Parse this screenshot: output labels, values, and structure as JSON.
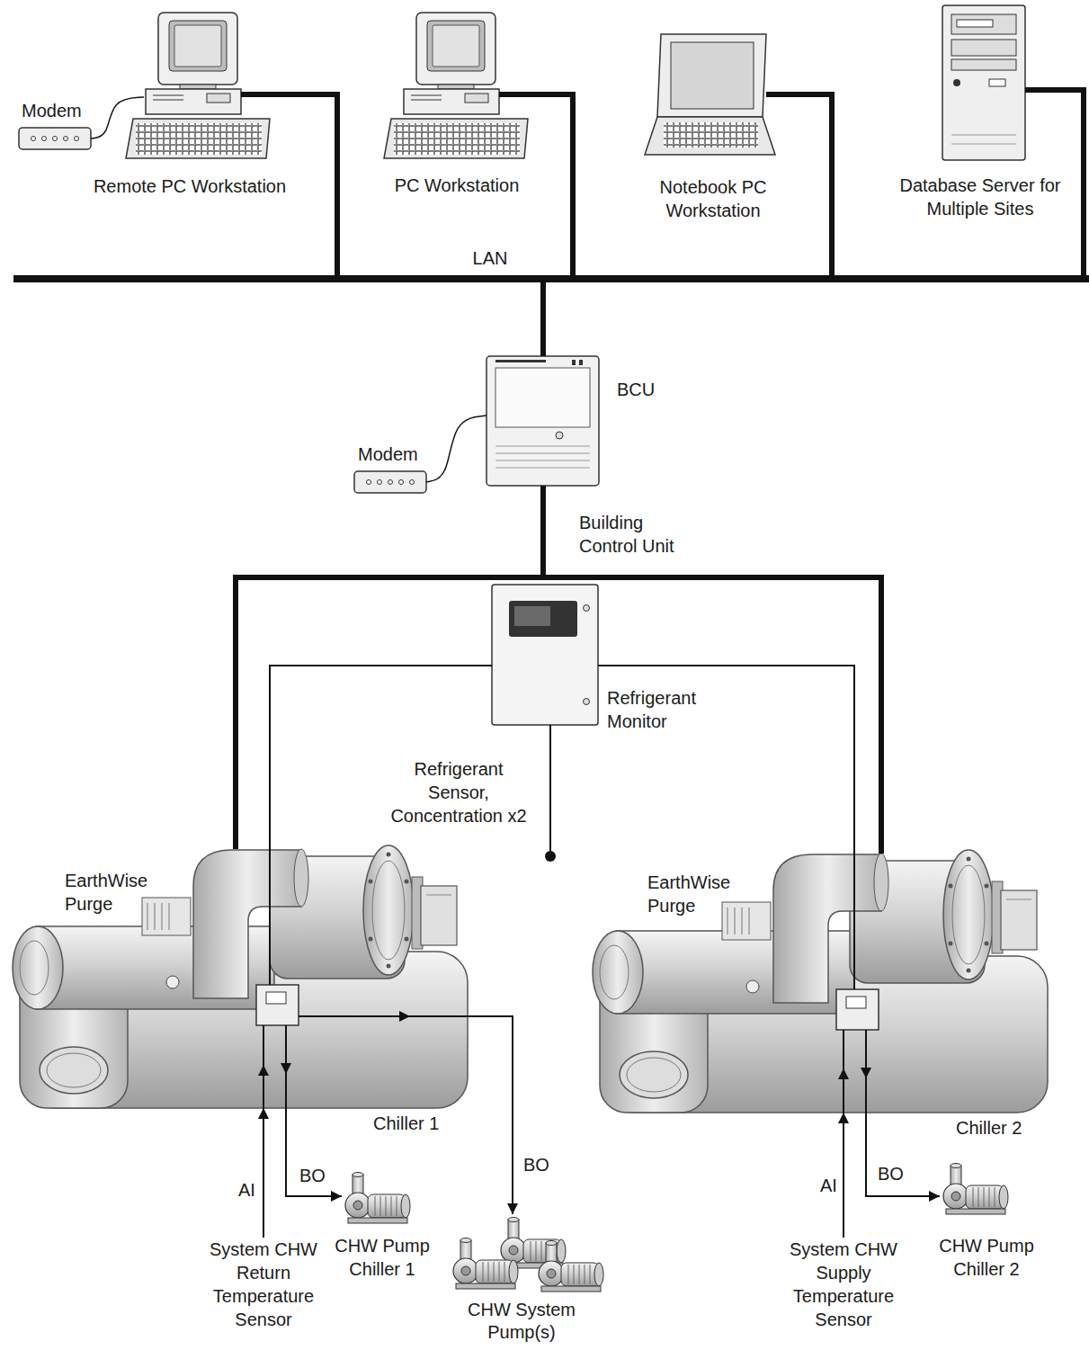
{
  "diagram": {
    "nodes": [
      {
        "text": [
          "Modem"
        ]
      },
      {
        "text": [
          "Remote PC Workstation"
        ]
      },
      {
        "text": [
          "PC Workstation"
        ]
      },
      {
        "text": [
          "Notebook PC Workstation"
        ]
      },
      {
        "text": [
          "Database Server for Multiple Sites"
        ]
      },
      {
        "text": [
          "LAN"
        ]
      },
      {
        "text": [
          "BCU",
          "Building Control Unit"
        ]
      },
      {
        "text": [
          "Modem"
        ]
      },
      {
        "text": [
          "Refrigerant Monitor"
        ]
      },
      {
        "text": [
          "Refrigerant Sensor, Concentration x2"
        ]
      },
      {
        "text": [
          "Chiller 1"
        ]
      },
      {
        "text": [
          "Chiller 2"
        ]
      },
      {
        "text": [
          "System CHW Return Temperature Sensor"
        ]
      },
      {
        "text": [
          "CHW Pump Chiller 1"
        ]
      },
      {
        "text": [
          "CHW System Pump(s)"
        ]
      },
      {
        "text": [
          "System CHW Supply Temperature Sensor"
        ]
      },
      {
        "text": [
          "CHW Pump Chiller 2"
        ]
      }
    ],
    "edges": [
      {
        "from": 0,
        "to": 1,
        "arrow": "none"
      },
      {
        "from": 1,
        "to": 5,
        "arrow": "none"
      },
      {
        "from": 2,
        "to": 5,
        "arrow": "none"
      },
      {
        "from": 3,
        "to": 5,
        "arrow": "none"
      },
      {
        "from": 4,
        "to": 5,
        "arrow": "none"
      },
      {
        "from": 5,
        "to": 6,
        "arrow": "none"
      },
      {
        "from": 7,
        "to": 6,
        "arrow": "none"
      },
      {
        "from": 6,
        "to": 10,
        "arrow": "none"
      },
      {
        "from": 6,
        "to": 11,
        "arrow": "none"
      },
      {
        "from": 8,
        "to": 10,
        "arrow": "none"
      },
      {
        "from": 8,
        "to": 11,
        "arrow": "none"
      },
      {
        "from": 8,
        "to": 9,
        "arrow": "none"
      },
      {
        "from": 10,
        "to": 13,
        "label": "BO",
        "arrow": "to"
      },
      {
        "from": 10,
        "to": 14,
        "label": "BO",
        "arrow": "to"
      },
      {
        "from": 12,
        "to": 10,
        "label": "AI",
        "arrow": "to"
      },
      {
        "from": 11,
        "to": 16,
        "label": "BO",
        "arrow": "to"
      },
      {
        "from": 15,
        "to": 11,
        "label": "AI",
        "arrow": "to"
      }
    ],
    "labels": [
      "EarthWise Purge",
      "EarthWise Purge"
    ]
  }
}
